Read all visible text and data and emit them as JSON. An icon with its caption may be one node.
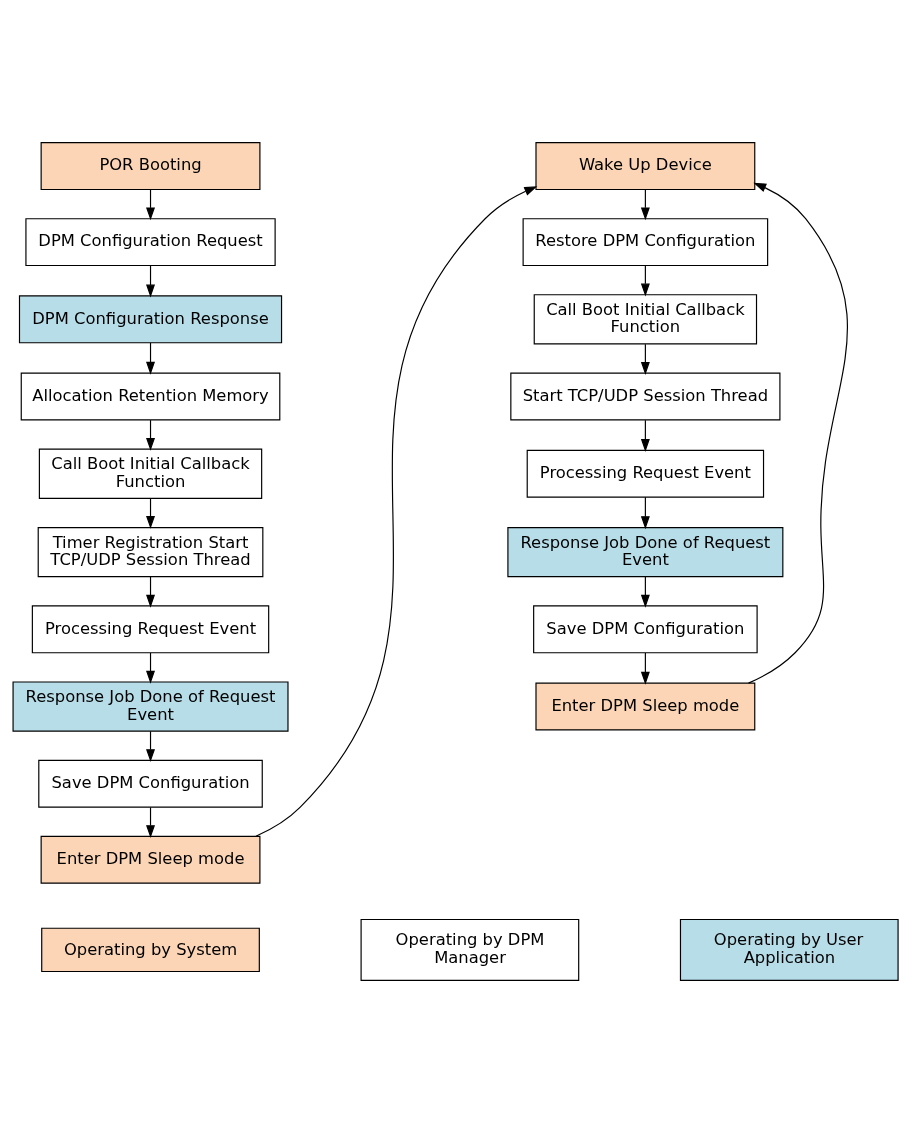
{
  "diagram": {
    "nodes": [
      {
        "text": [
          "POR Booting"
        ]
      },
      {
        "text": [
          "DPM Configuration Request"
        ]
      },
      {
        "text": [
          "DPM Configuration Response"
        ]
      },
      {
        "text": [
          "Allocation Retention Memory"
        ]
      },
      {
        "text": [
          "Call Boot Initial Callback Function"
        ]
      },
      {
        "text": [
          "Timer Registration Start TCP/UDP Session Thread"
        ]
      },
      {
        "text": [
          "Processing Request Event"
        ]
      },
      {
        "text": [
          "Response Job Done of Request Event"
        ]
      },
      {
        "text": [
          "Save DPM Configuration"
        ]
      },
      {
        "text": [
          "Enter DPM Sleep mode"
        ]
      },
      {
        "text": [
          "Wake Up Device"
        ]
      },
      {
        "text": [
          "Restore DPM Configuration"
        ]
      },
      {
        "text": [
          "Call Boot Initial Callback Function"
        ]
      },
      {
        "text": [
          "Start TCP/UDP Session Thread"
        ]
      },
      {
        "text": [
          "Processing Request Event"
        ]
      },
      {
        "text": [
          "Response Job Done of Request Event"
        ]
      },
      {
        "text": [
          "Save DPM Configuration"
        ]
      },
      {
        "text": [
          "Enter DPM Sleep mode"
        ]
      }
    ],
    "edges": [
      {
        "from": 0,
        "to": 1,
        "arrow": "to"
      },
      {
        "from": 1,
        "to": 2,
        "arrow": "to"
      },
      {
        "from": 2,
        "to": 3,
        "arrow": "to"
      },
      {
        "from": 3,
        "to": 4,
        "arrow": "to"
      },
      {
        "from": 4,
        "to": 5,
        "arrow": "to"
      },
      {
        "from": 5,
        "to": 6,
        "arrow": "to"
      },
      {
        "from": 6,
        "to": 7,
        "arrow": "to"
      },
      {
        "from": 7,
        "to": 8,
        "arrow": "to"
      },
      {
        "from": 8,
        "to": 9,
        "arrow": "to"
      },
      {
        "from": 9,
        "to": 10,
        "arrow": "to"
      },
      {
        "from": 17,
        "to": 10,
        "arrow": "to"
      },
      {
        "from": 10,
        "to": 11,
        "arrow": "to"
      },
      {
        "from": 11,
        "to": 12,
        "arrow": "to"
      },
      {
        "from": 12,
        "to": 13,
        "arrow": "to"
      },
      {
        "from": 13,
        "to": 14,
        "arrow": "to"
      },
      {
        "from": 14,
        "to": 15,
        "arrow": "to"
      },
      {
        "from": 15,
        "to": 16,
        "arrow": "to"
      },
      {
        "from": 16,
        "to": 17,
        "arrow": "to"
      }
    ],
    "legend": [
      {
        "text": "Operating by System",
        "color": "#fbd5b5"
      },
      {
        "text": "Operating by DPM Manager",
        "color": "#ffffff"
      },
      {
        "text": "Operating by User Application",
        "color": "#b7dde8"
      }
    ]
  }
}
